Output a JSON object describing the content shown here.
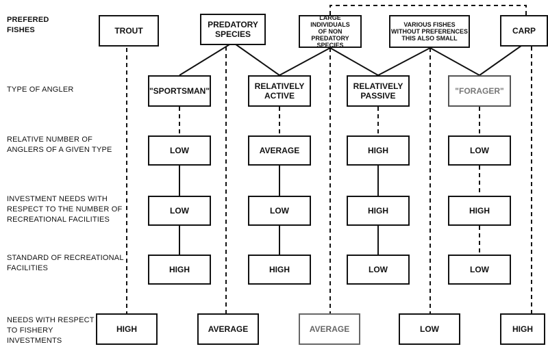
{
  "row_labels": {
    "fishes": [
      "PREFERED",
      "FISHES"
    ],
    "angler_type": [
      "TYPE OF ANGLER"
    ],
    "relative_number": [
      "RELATIVE NUMBER OF",
      "ANGLERS OF A GIVEN TYPE"
    ],
    "investment_needs": [
      "INVESTMENT NEEDS WITH",
      "RESPECT TO THE NUMBER OF",
      "RECREATIONAL FACILITIES"
    ],
    "standard": [
      "STANDARD OF RECREATIONAL",
      "FACILITIES"
    ],
    "fishery": [
      "NEEDS WITH RESPECT",
      "TO FISHERY",
      "INVESTMENTS"
    ]
  },
  "fishes": {
    "trout": [
      "TROUT"
    ],
    "predatory": [
      "PREDATORY",
      "SPECIES"
    ],
    "large": [
      "LARGE INDIVIDUALS",
      "OF NON PREDATORY",
      "SPECIES"
    ],
    "various": [
      "VARIOUS FISHES",
      "WITHOUT PREFERENCES",
      "THIS ALSO SMALL"
    ],
    "carp": [
      "CARP"
    ]
  },
  "anglers": {
    "sportsman": [
      "\"SPORTSMAN\""
    ],
    "active": [
      "RELATIVELY",
      "ACTIVE"
    ],
    "passive": [
      "RELATIVELY",
      "PASSIVE"
    ],
    "fourth": [
      "\"FORAGER\""
    ]
  },
  "relative_number": {
    "c1": "LOW",
    "c2": "AVERAGE",
    "c3": "HIGH",
    "c4": "LOW"
  },
  "investment": {
    "c1": "LOW",
    "c2": "LOW",
    "c3": "HIGH",
    "c4": "HIGH"
  },
  "standard": {
    "c1": "HIGH",
    "c2": "HIGH",
    "c3": "LOW",
    "c4": "LOW"
  },
  "fishery_needs": {
    "trout": "HIGH",
    "predatory": "AVERAGE",
    "large": "AVERAGE",
    "various": "LOW",
    "carp": "HIGH"
  }
}
